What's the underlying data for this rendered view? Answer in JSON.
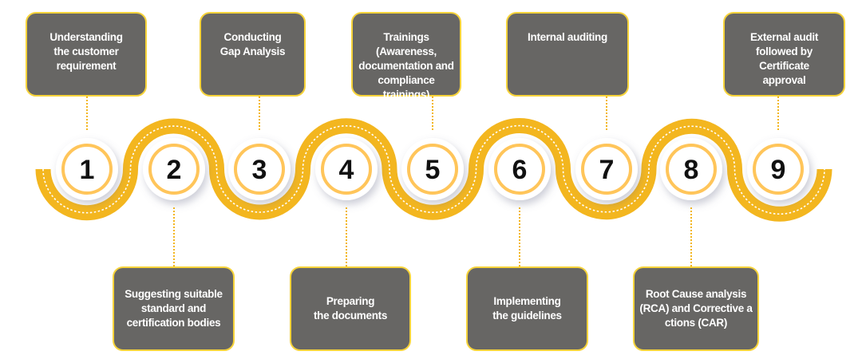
{
  "colors": {
    "track": "#F3B61F",
    "track_dash": "#FFFFFF",
    "ring": "#FFC55A",
    "connector": "#F3B61F",
    "box_fill": "#676664",
    "box_border": "#F6D33A"
  },
  "steps": [
    {
      "number": "1",
      "position": "top",
      "text": "Understanding\nthe customer\nrequirement"
    },
    {
      "number": "2",
      "position": "bottom",
      "text": "Suggesting suitable\nstandard and\ncertification bodies"
    },
    {
      "number": "3",
      "position": "top",
      "text": "Conducting\nGap Analysis"
    },
    {
      "number": "4",
      "position": "bottom",
      "text": "Preparing\nthe documents"
    },
    {
      "number": "5",
      "position": "top",
      "text": "Trainings (Awareness,\ndocumentation and\ncompliance trainings)"
    },
    {
      "number": "6",
      "position": "bottom",
      "text": "Implementing\nthe guidelines"
    },
    {
      "number": "7",
      "position": "top",
      "text": "Internal auditing"
    },
    {
      "number": "8",
      "position": "bottom",
      "text": "Root Cause analysis\n(RCA) and Corrective a\nctions (CAR)"
    },
    {
      "number": "9",
      "position": "top",
      "text": "External audit\nfollowed by Certificate\napproval"
    }
  ]
}
